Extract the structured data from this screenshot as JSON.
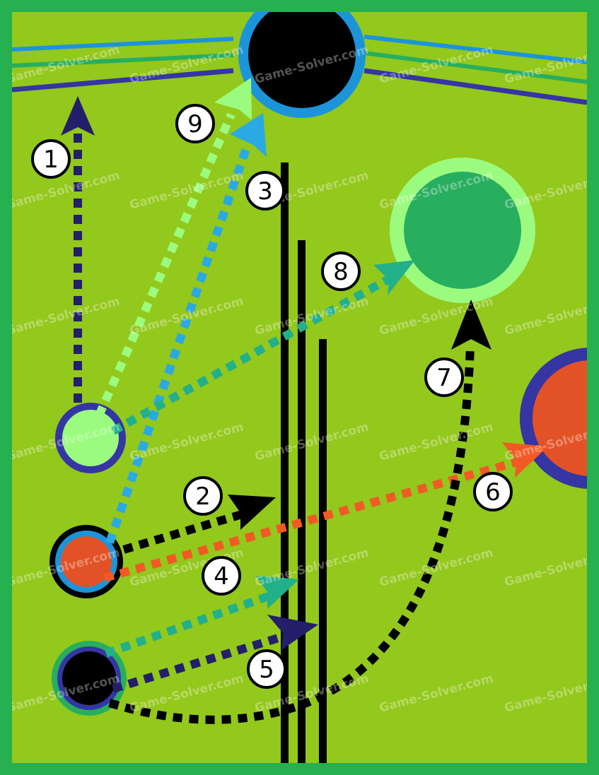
{
  "colors": {
    "border": "#26b04f",
    "field": "#93c81c",
    "black": "#000000",
    "navy": "#231f6b",
    "light_green": "#9bfb7f",
    "light_blue": "#2aa9e3",
    "teal": "#22b08a",
    "orange": "#f15a24",
    "red_ball": "#e35226",
    "target_green": "#27ae5f",
    "wall_blue": "#1c94d9",
    "wall_navy": "#3535a3"
  },
  "watermark": "Game-Solver.com",
  "steps": [
    {
      "number": "1",
      "color": "navy",
      "from": "light-green-ball",
      "to": "top-wall"
    },
    {
      "number": "2",
      "color": "black",
      "from": "red-ball",
      "to": "first-barrier"
    },
    {
      "number": "3",
      "color": "light_blue",
      "from": "red-ball",
      "to": "black-hole"
    },
    {
      "number": "4",
      "color": "teal",
      "from": "black-ball",
      "to": "first-barrier"
    },
    {
      "number": "5",
      "color": "navy",
      "from": "black-ball",
      "to": "third-barrier"
    },
    {
      "number": "6",
      "color": "orange",
      "from": "red-ball",
      "to": "red-target"
    },
    {
      "number": "7",
      "color": "black",
      "from": "black-ball",
      "to": "green-target"
    },
    {
      "number": "8",
      "color": "teal",
      "from": "light-green-ball",
      "to": "green-target"
    },
    {
      "number": "9",
      "color": "light_green",
      "from": "light-green-ball",
      "to": "black-hole"
    }
  ]
}
